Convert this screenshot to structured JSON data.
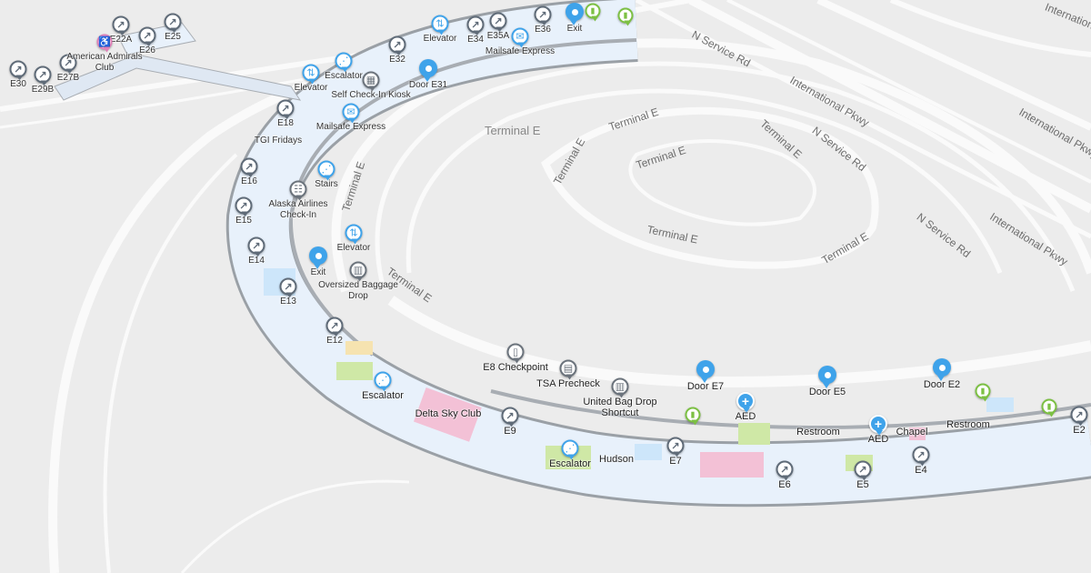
{
  "map": {
    "area_label": "Terminal E",
    "colors": {
      "background": "#ececec",
      "concourse": "#e8f1fb",
      "gate_pin": "#5f6b78",
      "accent_blue": "#3fa3ea",
      "restroom_green": "#7cc043",
      "accessibility_pink": "#e080b8"
    },
    "roads": [
      "N Service Rd",
      "N Service Rd",
      "N Service Rd",
      "International Pkwy",
      "International Pkwy",
      "International Pkwy",
      "International Pkwy",
      "Terminal E",
      "Terminal E",
      "Terminal E",
      "Terminal E",
      "Terminal E",
      "Terminal E",
      "Terminal E",
      "Terminal E"
    ],
    "gates": [
      "E30",
      "E29B",
      "E27B",
      "E22A",
      "E26",
      "E25",
      "E32",
      "E34",
      "E35A",
      "E36",
      "E18",
      "E16",
      "E15",
      "E14",
      "E13",
      "E12",
      "E9",
      "E7",
      "E6",
      "E5",
      "E4",
      "E2"
    ],
    "doors": [
      "Exit",
      "Door E31",
      "Exit",
      "Door E7",
      "Door E5",
      "Door E2"
    ],
    "amenities": [
      {
        "label": "Elevator",
        "icon": "elevator-icon"
      },
      {
        "label": "Mailsafe Express",
        "icon": "mail-icon"
      },
      {
        "label": "Escalator",
        "icon": "escalator-icon"
      },
      {
        "label": "Elevator",
        "icon": "elevator-icon"
      },
      {
        "label": "Mailsafe Express",
        "icon": "mail-icon"
      },
      {
        "label": "Stairs",
        "icon": "stairs-icon"
      },
      {
        "label": "Elevator",
        "icon": "elevator-icon"
      },
      {
        "label": "Escalator",
        "icon": "escalator-icon"
      },
      {
        "label": "Escalator",
        "icon": "escalator-icon"
      },
      {
        "label": "Self Check-In Kiosk",
        "icon": "kiosk-icon"
      },
      {
        "label": "Alaska Airlines Check-In",
        "icon": "check-in-icon"
      },
      {
        "label": "Oversized Baggage Drop",
        "icon": "baggage-icon"
      },
      {
        "label": "E8 Checkpoint",
        "icon": "checkpoint-icon"
      },
      {
        "label": "TSA Precheck",
        "icon": "security-icon"
      },
      {
        "label": "United Bag Drop Shortcut",
        "icon": "baggage-icon"
      },
      {
        "label": "AED",
        "icon": "aed-icon"
      },
      {
        "label": "AED",
        "icon": "aed-icon"
      },
      {
        "label": "American Admirals Club",
        "icon": "wheelchair-icon"
      }
    ],
    "places": [
      "TGI Fridays",
      "Delta Sky Club",
      "Hudson",
      "Restroom",
      "Chapel",
      "Restroom"
    ]
  }
}
